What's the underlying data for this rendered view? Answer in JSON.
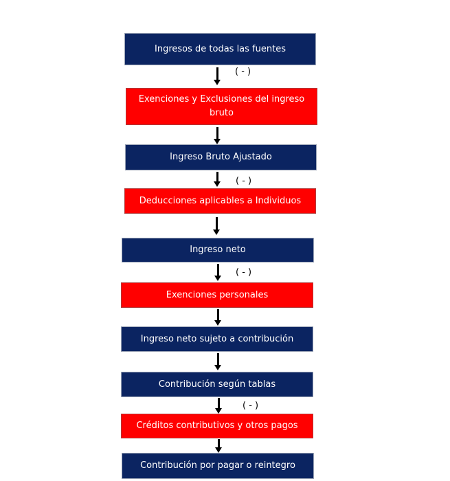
{
  "flow": {
    "steps": [
      {
        "label": "Ingresos de todas las fuentes",
        "color": "#0b2461"
      },
      {
        "label": "Exenciones y Exclusiones del ingreso bruto",
        "color": "#ff0000"
      },
      {
        "label": "Ingreso Bruto Ajustado",
        "color": "#0b2461"
      },
      {
        "label": "Deducciones aplicables a Individuos",
        "color": "#ff0000"
      },
      {
        "label": "Ingreso neto",
        "color": "#0b2461"
      },
      {
        "label": "Exenciones personales",
        "color": "#ff0000"
      },
      {
        "label": "Ingreso neto sujeto a contribución",
        "color": "#0b2461"
      },
      {
        "label": "Contribución según tablas",
        "color": "#0b2461"
      },
      {
        "label": "Créditos contributivos y otros pagos",
        "color": "#ff0000"
      },
      {
        "label": "Contribución por pagar o reintegro",
        "color": "#0b2461"
      }
    ],
    "operators": {
      "minus_1": "( - )",
      "minus_2": "( - )",
      "minus_3": "( - )",
      "minus_4": "( - )"
    }
  }
}
